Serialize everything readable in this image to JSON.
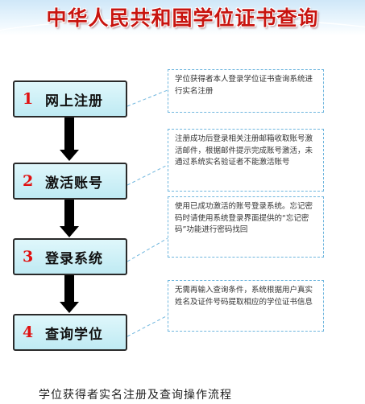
{
  "banner": {
    "title": "中华人民共和国学位证书查询"
  },
  "steps": [
    {
      "number": "1",
      "label": "网上注册"
    },
    {
      "number": "2",
      "label": "激活账号"
    },
    {
      "number": "3",
      "label": "登录系统"
    },
    {
      "number": "4",
      "label": "查询学位"
    }
  ],
  "notes": [
    "学位获得者本人登录学位证书查询系统进行实名注册",
    "注册成功后登录相关注册邮箱收取账号激活邮件，根据邮件提示完成账号激活，未通过系统实名验证者不能激活账号",
    "使用已成功激活的账号登录系统。忘记密码时请使用系统登录界面提供的“忘记密码”功能进行密码找回",
    "无需再输入查询条件，系统根据用户真实姓名及证件号码提取相应的学位证书信息"
  ],
  "caption": "学位获得者实名注册及查询操作流程",
  "colors": {
    "step_number": "#e01010",
    "note_border": "#6fb6de",
    "title": "#c8140f"
  }
}
